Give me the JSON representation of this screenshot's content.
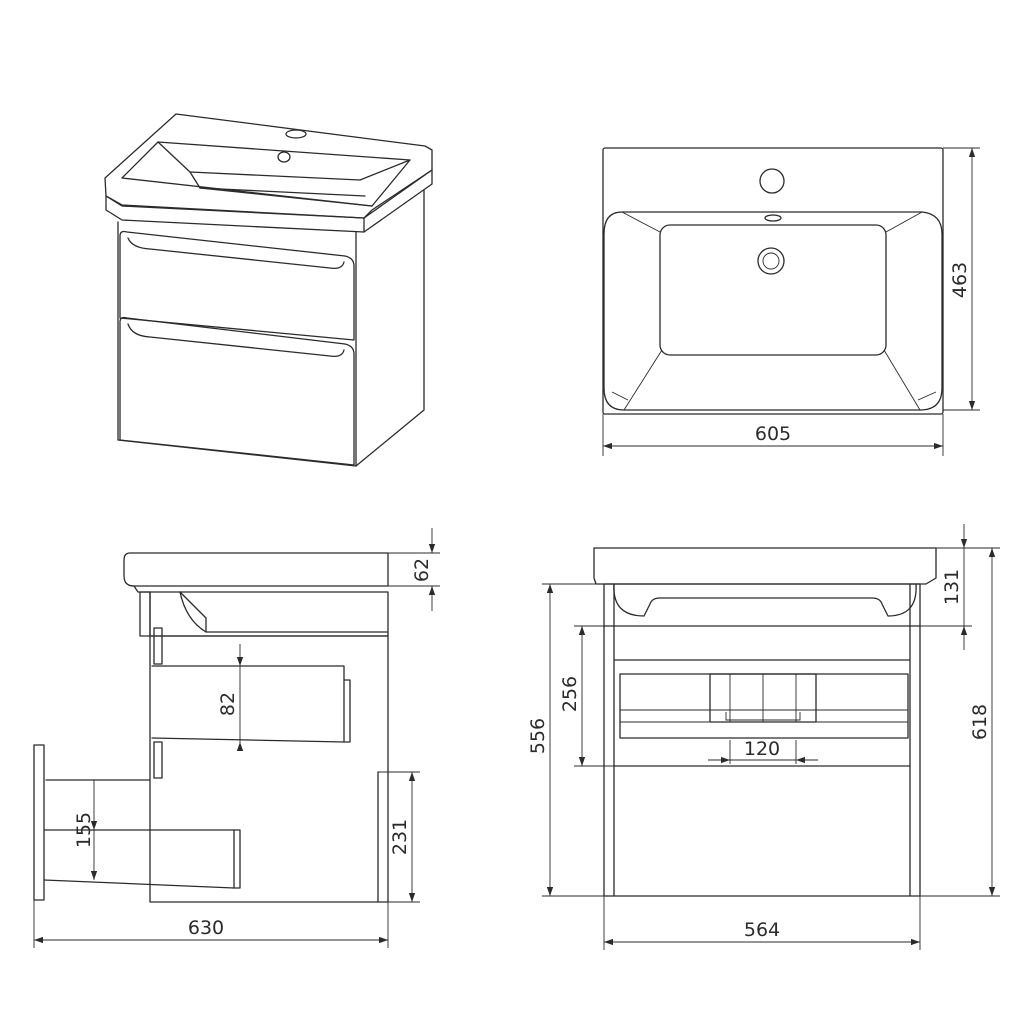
{
  "dimensions": {
    "top_width": "605",
    "top_depth": "463",
    "side_basin_height": "62",
    "side_drawer_gap": "82",
    "side_lower_drawer": "155",
    "side_back_height": "231",
    "side_total_depth": "630",
    "front_basin_height": "131",
    "front_inner_height": "256",
    "front_cabinet_height": "556",
    "front_total_height": "618",
    "front_siphon_width": "120",
    "front_cabinet_width": "564"
  }
}
